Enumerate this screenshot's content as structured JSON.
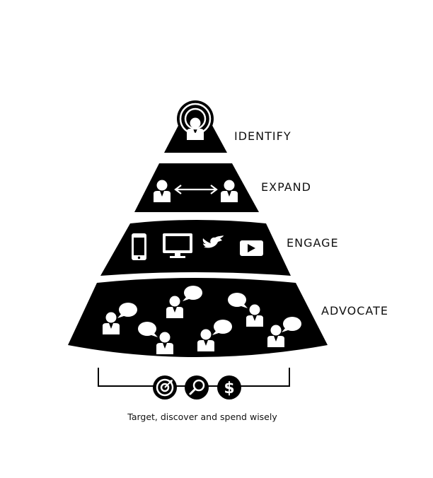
{
  "pyramid": {
    "levels": [
      {
        "label": "IDENTIFY"
      },
      {
        "label": "EXPAND"
      },
      {
        "label": "ENGAGE"
      },
      {
        "label": "ADVOCATE"
      }
    ]
  },
  "bottom_icons": [
    "target-icon",
    "search-icon",
    "dollar-icon"
  ],
  "caption": "Target, discover and spend wisely",
  "colors": {
    "fill": "#000000",
    "background": "#ffffff"
  }
}
